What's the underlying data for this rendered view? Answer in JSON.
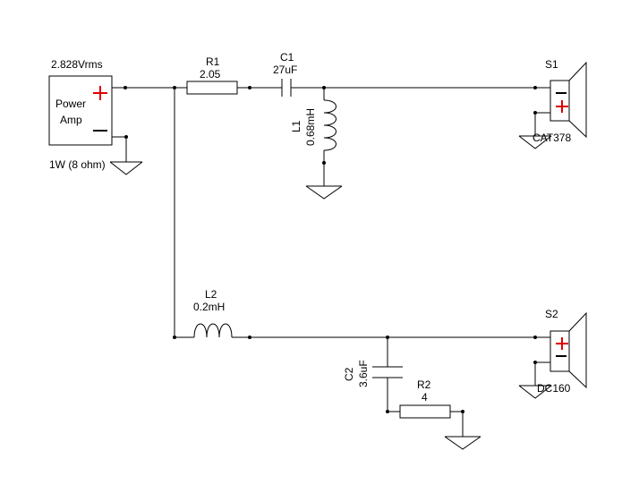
{
  "amplifier": {
    "voltage": "2.828Vrms",
    "name_line1": "Power",
    "name_line2": "Amp",
    "rating": "1W (8 ohm)"
  },
  "r1": {
    "ref": "R1",
    "value": "2.05"
  },
  "c1": {
    "ref": "C1",
    "value": "27uF"
  },
  "l1": {
    "ref": "L1",
    "value": "0.68mH"
  },
  "s1": {
    "ref": "S1",
    "model": "CAT378"
  },
  "l2": {
    "ref": "L2",
    "value": "0.2mH"
  },
  "c2": {
    "ref": "C2",
    "value": "3.6uF"
  },
  "r2": {
    "ref": "R2",
    "value": "4"
  },
  "s2": {
    "ref": "S2",
    "model": "DC160"
  },
  "colors": {
    "wire": "#000000",
    "polarity_plus": "#e00000"
  }
}
